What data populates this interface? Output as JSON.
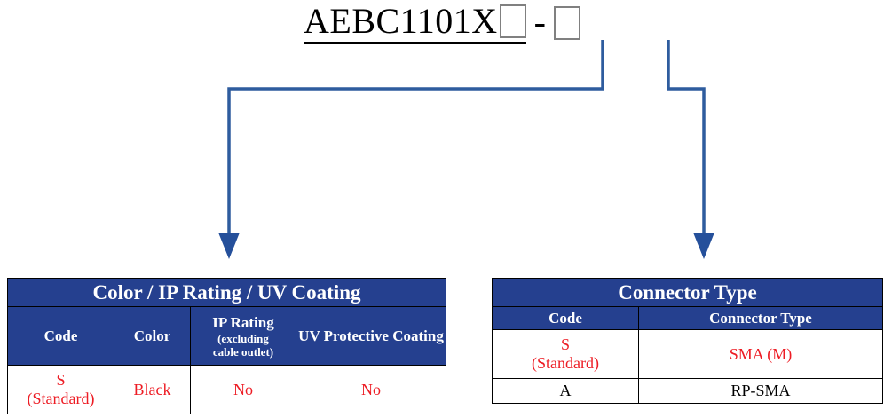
{
  "part_number": {
    "base": "AEBC1101X",
    "box1_placeholder": "",
    "separator": "-",
    "box2_placeholder": ""
  },
  "colors": {
    "header_blue": "#25408F",
    "line_blue": "#2E5C9E",
    "highlight_red": "#ED1C24",
    "text_black": "#000000",
    "box_border_gray": "#808080"
  },
  "tables": {
    "color_ip_uv": {
      "title": "Color / IP Rating / UV Coating",
      "columns": [
        {
          "label": "Code",
          "sublabel": ""
        },
        {
          "label": "Color",
          "sublabel": ""
        },
        {
          "label": "IP Rating",
          "sublabel": "(excluding\ncable outlet)",
          "sublabel_line1": "(excluding",
          "sublabel_line2": "cable outlet)"
        },
        {
          "label": "UV Protective Coating",
          "sublabel": ""
        }
      ],
      "rows": [
        {
          "code_line1": "S",
          "code_line2": "(Standard)",
          "color": "Black",
          "ip_rating": "No",
          "uv_coating": "No",
          "highlighted": true
        }
      ]
    },
    "connector_type": {
      "title": "Connector Type",
      "columns": [
        {
          "label": "Code"
        },
        {
          "label": "Connector Type"
        }
      ],
      "rows": [
        {
          "code_line1": "S",
          "code_line2": "(Standard)",
          "connector": "SMA (M)",
          "highlighted": true
        },
        {
          "code_line1": "A",
          "code_line2": "",
          "connector": "RP-SMA",
          "highlighted": false
        }
      ]
    }
  },
  "connectors": {
    "left_branch_label": "box1-to-color-table",
    "right_branch_label": "box2-to-connector-table"
  }
}
